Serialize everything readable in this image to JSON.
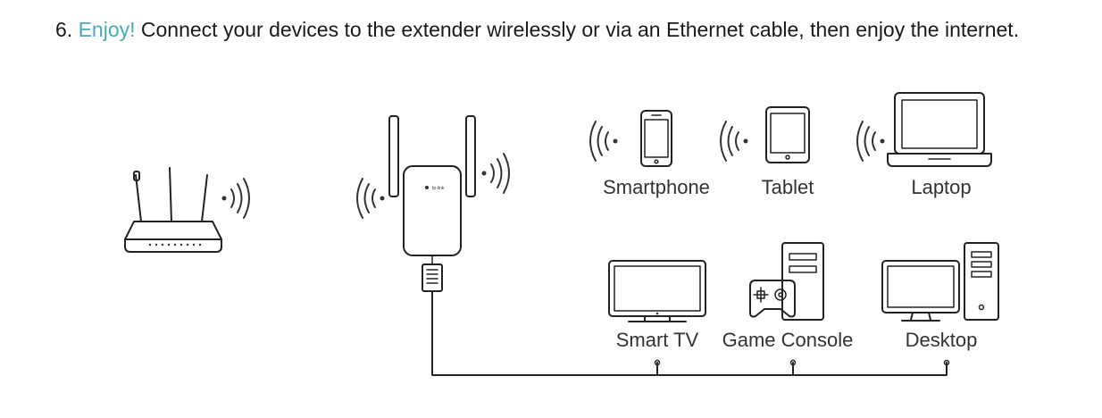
{
  "instruction": {
    "number": "6.",
    "highlight": "Enjoy!",
    "text": "Connect your devices to the extender wirelessly or via an Ethernet cable, then enjoy the internet.",
    "accent_color": "#4aa8b8"
  },
  "diagram": {
    "extender_brand": "tp-link",
    "wireless_devices": [
      {
        "label": "Smartphone",
        "icon": "smartphone-icon"
      },
      {
        "label": "Tablet",
        "icon": "tablet-icon"
      },
      {
        "label": "Laptop",
        "icon": "laptop-icon"
      }
    ],
    "wired_devices": [
      {
        "label": "Smart TV",
        "icon": "tv-icon"
      },
      {
        "label": "Game Console",
        "icon": "game-console-icon"
      },
      {
        "label": "Desktop",
        "icon": "desktop-icon"
      }
    ]
  }
}
